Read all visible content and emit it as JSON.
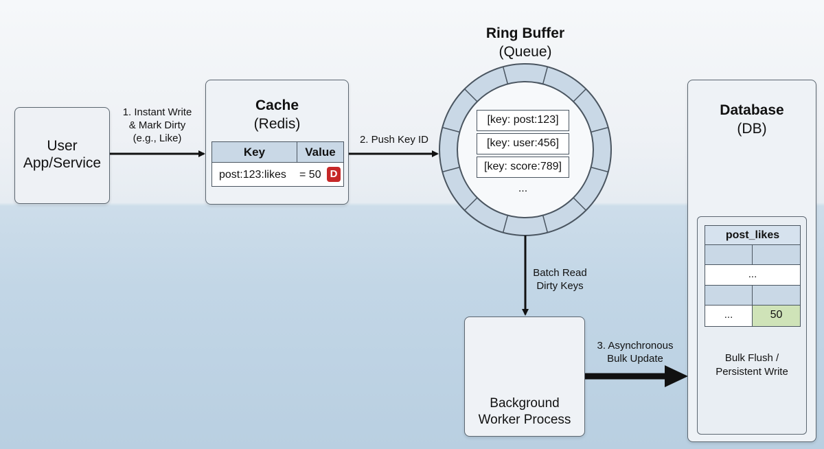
{
  "user": {
    "line1": "User",
    "line2": "App/Service"
  },
  "cache": {
    "title": "Cache",
    "subtitle": "(Redis)",
    "col_key": "Key",
    "col_value": "Value",
    "row_key": "post:123:likes",
    "row_value": "= 50",
    "dirty_badge": "D"
  },
  "ring": {
    "title": "Ring Buffer",
    "subtitle": "(Queue)",
    "items": [
      "[key: post:123]",
      "[key: user:456]",
      "[key: score:789]"
    ],
    "ellipsis": "..."
  },
  "database": {
    "title": "Database",
    "subtitle": "(DB)",
    "table_name": "post_likes",
    "ellipsis_row": "...",
    "last_left": "...",
    "last_value": "50",
    "note_line1": "Bulk Flush /",
    "note_line2": "Persistent Write"
  },
  "worker": {
    "line1": "Background",
    "line2": "Worker Process"
  },
  "arrows": {
    "step1": [
      "1. Instant Write",
      "& Mark Dirty",
      "(e.g., Like)"
    ],
    "step2": "2. Push Key ID",
    "batch": [
      "Batch Read",
      "Dirty Keys"
    ],
    "step3": [
      "3. Asynchronous",
      "Bulk Update"
    ]
  },
  "colors": {
    "dirty_badge": "#c62828",
    "highlight_cell": "#cfe3b8",
    "ring_fill": "#c9d8e6"
  }
}
